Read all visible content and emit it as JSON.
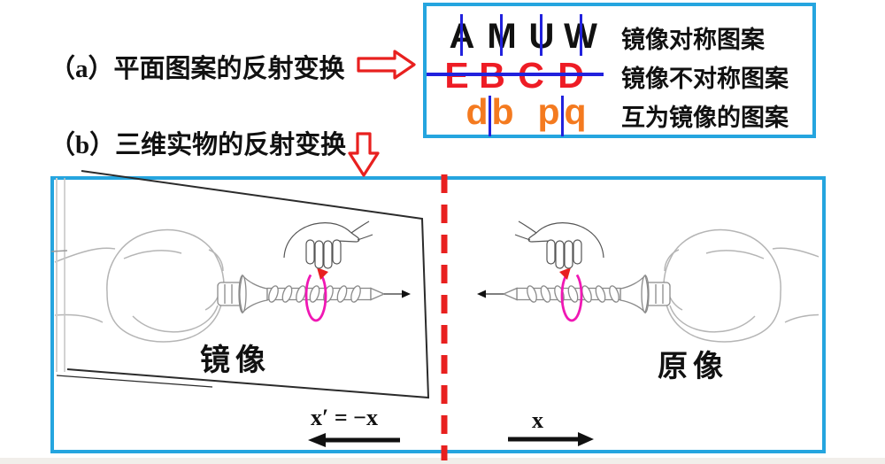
{
  "headings": {
    "a": "（a）平面图案的反射变换",
    "b": "（b）三维实物的反射变换"
  },
  "icons": {
    "arrow_right": "red-outline-arrow-right",
    "arrow_down": "red-outline-arrow-down"
  },
  "letter_box": {
    "border_color": "#25a5df",
    "axis_line_color": "#2121dd",
    "rows": [
      {
        "letters": [
          "A",
          "M",
          "U",
          "W"
        ],
        "color": "#111111",
        "label": "镜像对称图案"
      },
      {
        "letters": [
          "E",
          "B",
          "C",
          "D"
        ],
        "color": "#ee1c25",
        "label": "镜像不对称图案"
      },
      {
        "letters": [
          "d",
          "b",
          "p",
          "q"
        ],
        "color": "#f47a1f",
        "label": "互为镜像的图案"
      }
    ]
  },
  "mirror_scene": {
    "border_color": "#25a5df",
    "mirror_plane_color": "#e8201f",
    "rotation_arrow_color": "#f018b4",
    "mirror_label": "镜像",
    "original_label": "原像",
    "mirror_axis_label": "x′ = −x",
    "original_axis_label": "x"
  }
}
